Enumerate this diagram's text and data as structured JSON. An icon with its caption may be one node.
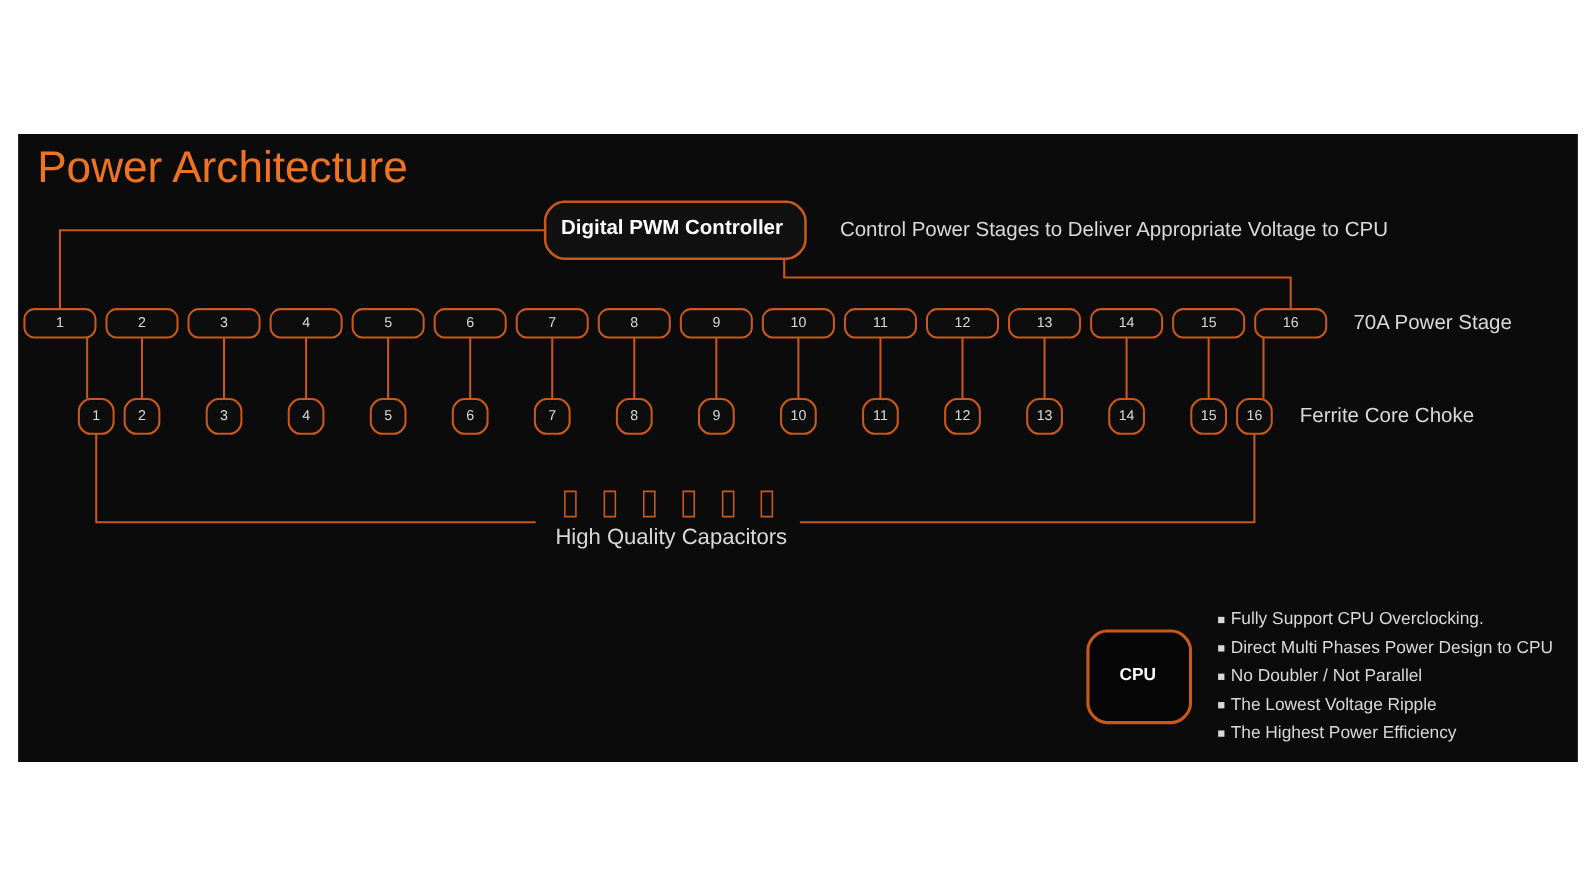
{
  "diagram": {
    "title": "Power Architecture",
    "nodes": [
      {
        "text": [
          "Digital PWM Controller"
        ],
        "beside": [
          "Control Power Stages to Deliver Appropriate Voltage to CPU"
        ]
      },
      {
        "text": [
          "1"
        ]
      },
      {
        "text": [
          "2"
        ]
      },
      {
        "text": [
          "3"
        ]
      },
      {
        "text": [
          "4"
        ]
      },
      {
        "text": [
          "5"
        ]
      },
      {
        "text": [
          "6"
        ]
      },
      {
        "text": [
          "7"
        ]
      },
      {
        "text": [
          "8"
        ]
      },
      {
        "text": [
          "9"
        ]
      },
      {
        "text": [
          "10"
        ]
      },
      {
        "text": [
          "11"
        ]
      },
      {
        "text": [
          "12"
        ]
      },
      {
        "text": [
          "13"
        ]
      },
      {
        "text": [
          "14"
        ]
      },
      {
        "text": [
          "15"
        ]
      },
      {
        "text": [
          "16"
        ]
      },
      {
        "text": [
          "1"
        ]
      },
      {
        "text": [
          "2"
        ]
      },
      {
        "text": [
          "3"
        ]
      },
      {
        "text": [
          "4"
        ]
      },
      {
        "text": [
          "5"
        ]
      },
      {
        "text": [
          "6"
        ]
      },
      {
        "text": [
          "7"
        ]
      },
      {
        "text": [
          "8"
        ]
      },
      {
        "text": [
          "9"
        ]
      },
      {
        "text": [
          "10"
        ]
      },
      {
        "text": [
          "11"
        ]
      },
      {
        "text": [
          "12"
        ]
      },
      {
        "text": [
          "13"
        ]
      },
      {
        "text": [
          "14"
        ]
      },
      {
        "text": [
          "15"
        ]
      },
      {
        "text": [
          "16"
        ]
      },
      {
        "text": [],
        "shape": "box",
        "beside": [
          "High Quality Capacitors"
        ]
      },
      {
        "text": [
          "CPU"
        ]
      }
    ],
    "edges": [
      {
        "from": 0,
        "to": 1,
        "arrow": "none"
      },
      {
        "from": 0,
        "to": 16,
        "arrow": "none"
      },
      {
        "from": 1,
        "to": 17,
        "arrow": "none"
      },
      {
        "from": 2,
        "to": 18,
        "arrow": "none"
      },
      {
        "from": 3,
        "to": 19,
        "arrow": "none"
      },
      {
        "from": 4,
        "to": 20,
        "arrow": "none"
      },
      {
        "from": 5,
        "to": 21,
        "arrow": "none"
      },
      {
        "from": 6,
        "to": 22,
        "arrow": "none"
      },
      {
        "from": 7,
        "to": 23,
        "arrow": "none"
      },
      {
        "from": 8,
        "to": 24,
        "arrow": "none"
      },
      {
        "from": 9,
        "to": 25,
        "arrow": "none"
      },
      {
        "from": 10,
        "to": 26,
        "arrow": "none"
      },
      {
        "from": 11,
        "to": 27,
        "arrow": "none"
      },
      {
        "from": 12,
        "to": 28,
        "arrow": "none"
      },
      {
        "from": 13,
        "to": 29,
        "arrow": "none"
      },
      {
        "from": 14,
        "to": 30,
        "arrow": "none"
      },
      {
        "from": 15,
        "to": 31,
        "arrow": "none"
      },
      {
        "from": 16,
        "to": 32,
        "arrow": "none"
      },
      {
        "from": 17,
        "to": 33,
        "arrow": "none"
      },
      {
        "from": 32,
        "to": 33,
        "arrow": "none"
      }
    ],
    "labels": [
      "70A Power Stage",
      "Ferrite Core Choke",
      "Fully Support CPU Overclocking.",
      "Direct Multi Phases Power Design to CPU",
      "No Doubler / Not Parallel",
      "The Lowest Voltage Ripple",
      "The Highest Power Efficiency"
    ]
  }
}
